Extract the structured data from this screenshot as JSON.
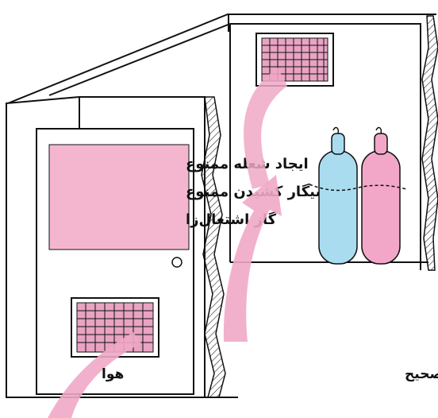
{
  "sign": {
    "lines": [
      "ایجاد شعله ممنوع",
      "سیگار کشیدن ممنوع",
      "گاز اشتعال‌زا"
    ],
    "background": "#f4b6cf"
  },
  "labels": {
    "air": "هوا",
    "caption": "الف ــ صحیح"
  },
  "colors": {
    "airflow_arrow": "#f0a8c6",
    "cylinder_left": "#a9dcef",
    "cylinder_right": "#f2a7c8",
    "grille": "#e9a3c3"
  }
}
